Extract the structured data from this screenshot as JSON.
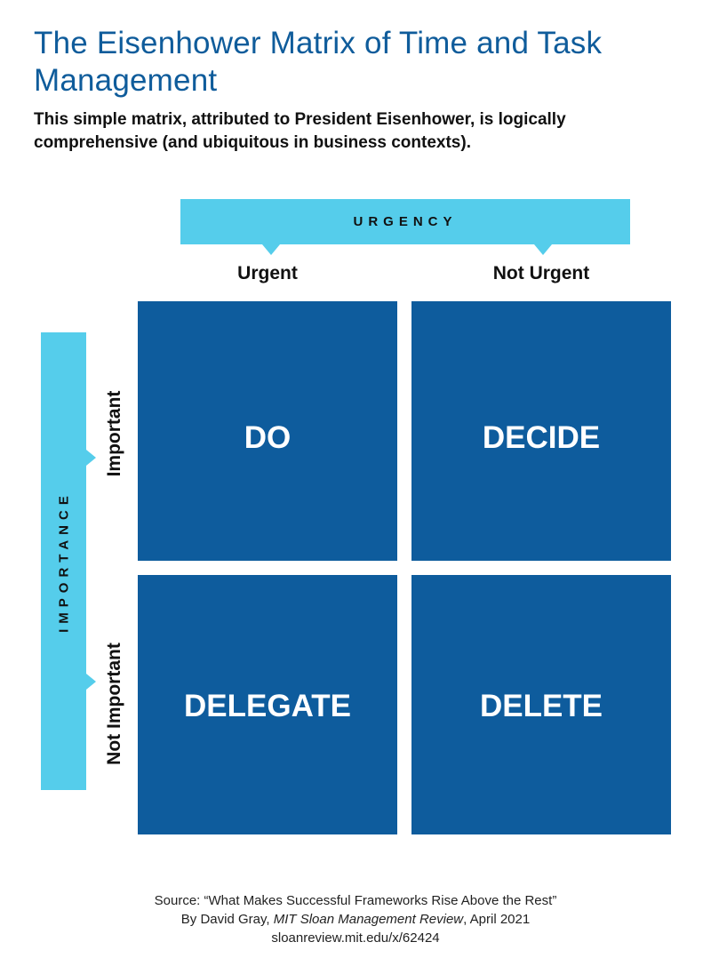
{
  "title": "The Eisenhower Matrix of Time and Task Management",
  "subtitle": "This simple matrix, attributed to President Eisenhower, is logically comprehensive (and ubiquitous in business contexts).",
  "urgency_axis": {
    "label": "URGENCY",
    "columns": [
      "Urgent",
      "Not Urgent"
    ]
  },
  "importance_axis": {
    "label": "IMPORTANCE",
    "rows": [
      "Important",
      "Not Important"
    ]
  },
  "quadrants": [
    "DO",
    "DECIDE",
    "DELEGATE",
    "DELETE"
  ],
  "source": {
    "line1": "Source: “What Makes Successful Frameworks Rise Above the Rest”",
    "line2_prefix": "By David Gray, ",
    "line2_publication": "MIT Sloan Management Review",
    "line2_suffix": ", April 2021",
    "line3": "sloanreview.mit.edu/x/62424"
  },
  "colors": {
    "title": "#0f5c9b",
    "quadrant_fill": "#0e5c9d",
    "axis_bar": "#55cdeb"
  }
}
